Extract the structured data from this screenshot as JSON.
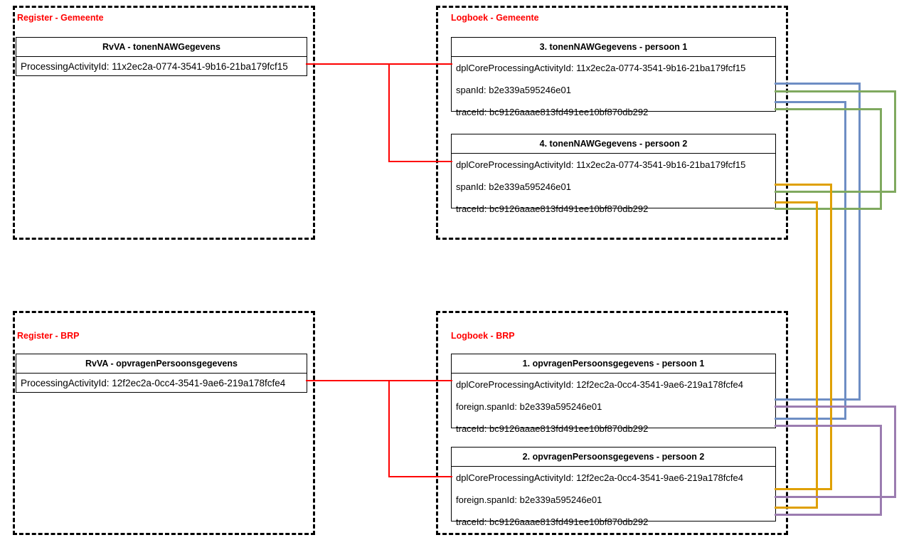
{
  "diagram": {
    "title": "Logging correlatie tussen registers en logboeken",
    "colors": {
      "zone_border": "#000000",
      "zone_label": "#ff0000",
      "connector_red": "#fe0000",
      "connector_blue": "#6e8ec4",
      "connector_green": "#7fa95f",
      "connector_orange": "#dfa000",
      "connector_purple": "#9b7cb0"
    }
  },
  "zones": [
    {
      "id": "register-gemeente",
      "label": "Register - Gemeente"
    },
    {
      "id": "logboek-gemeente",
      "label": "Logboek - Gemeente"
    },
    {
      "id": "register-brp",
      "label": "Register - BRP"
    },
    {
      "id": "logboek-brp",
      "label": "Logboek - BRP"
    }
  ],
  "cards": {
    "rvva_gemeente": {
      "title": "RvVA - tonenNAWGegevens",
      "rows": [
        "ProcessingActivityId: 11x2ec2a-0774-3541-9b16-21ba179fcf15"
      ]
    },
    "log_gemeente_1": {
      "title": "3. tonenNAWGegevens - persoon 1",
      "rows": [
        "dplCoreProcessingActivityId: 11x2ec2a-0774-3541-9b16-21ba179fcf15",
        "spanId: b2e339a595246e01",
        "traceId: bc9126aaae813fd491ee10bf870db292"
      ]
    },
    "log_gemeente_2": {
      "title": "4. tonenNAWGegevens - persoon 2",
      "rows": [
        "dplCoreProcessingActivityId: 11x2ec2a-0774-3541-9b16-21ba179fcf15",
        "spanId: b2e339a595246e01",
        "traceId: bc9126aaae813fd491ee10bf870db292"
      ]
    },
    "rvva_brp": {
      "title": "RvVA - opvragenPersoonsgegevens",
      "rows": [
        "ProcessingActivityId: 12f2ec2a-0cc4-3541-9ae6-219a178fcfe4"
      ]
    },
    "log_brp_1": {
      "title": "1. opvragenPersoonsgegevens - persoon 1",
      "rows": [
        "dplCoreProcessingActivityId: 12f2ec2a-0cc4-3541-9ae6-219a178fcfe4",
        "foreign.spanId: b2e339a595246e01",
        "traceId: bc9126aaae813fd491ee10bf870db292"
      ]
    },
    "log_brp_2": {
      "title": "2. opvragenPersoonsgegevens - persoon 2",
      "rows": [
        "dplCoreProcessingActivityId: 12f2ec2a-0cc4-3541-9ae6-219a178fcfe4",
        "foreign.spanId: b2e339a595246e01",
        "traceId: bc9126aaae813fd491ee10bf870db292"
      ]
    }
  }
}
